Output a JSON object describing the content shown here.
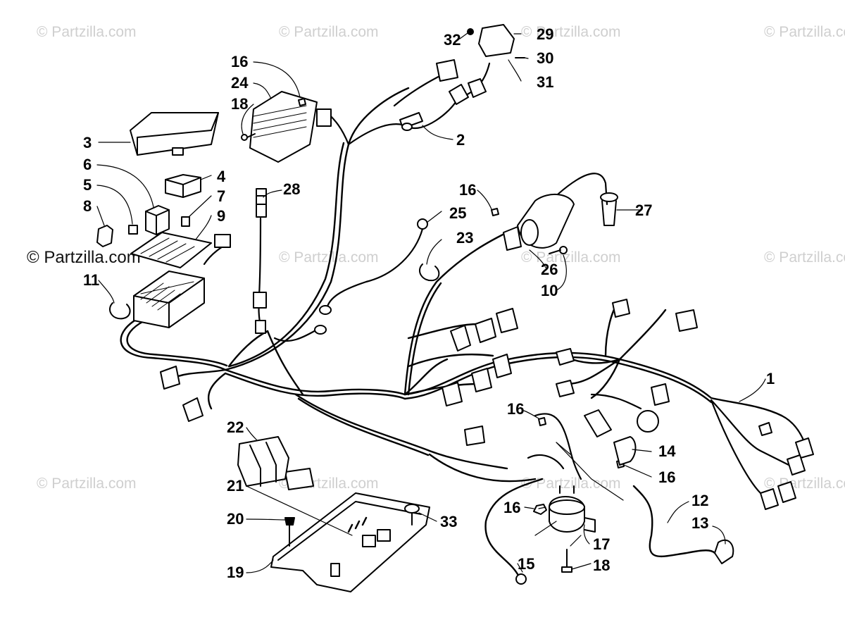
{
  "watermark": {
    "text": "© Partzilla.com"
  },
  "callouts": {
    "c1": "1",
    "c2": "2",
    "c3": "3",
    "c4": "4",
    "c5": "5",
    "c6": "6",
    "c7": "7",
    "c8": "8",
    "c9": "9",
    "c10": "10",
    "c11": "11",
    "c12": "12",
    "c13": "13",
    "c14": "14",
    "c15": "15",
    "c16a": "16",
    "c16b": "16",
    "c16c": "16",
    "c16d": "16",
    "c16e": "16",
    "c17": "17",
    "c18a": "18",
    "c18b": "18",
    "c19": "19",
    "c20": "20",
    "c21": "21",
    "c22": "22",
    "c23": "23",
    "c24": "24",
    "c25": "25",
    "c26": "26",
    "c27": "27",
    "c28": "28",
    "c29": "29",
    "c30": "30",
    "c31": "31",
    "c32": "32",
    "c33": "33"
  }
}
